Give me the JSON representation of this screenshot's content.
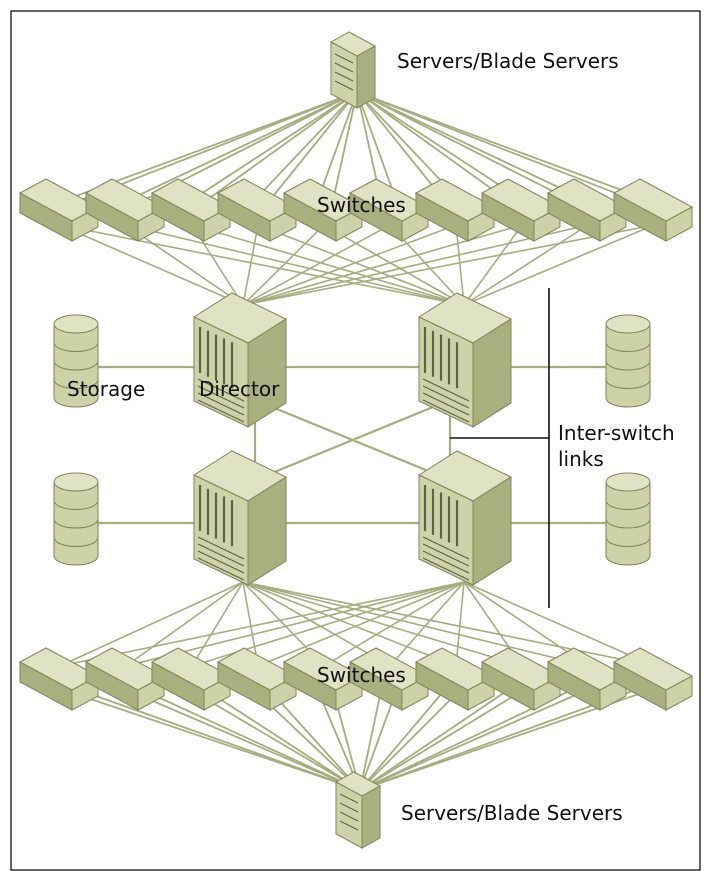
{
  "labels": {
    "servers_top": "Servers/Blade Servers",
    "servers_bottom": "Servers/Blade Servers",
    "switches_top": "Switches",
    "switches_bottom": "Switches",
    "storage": "Storage",
    "director": "Director",
    "isl_line1": "Inter-switch",
    "isl_line2": "links"
  },
  "colors": {
    "line": "#a6ad7e",
    "fill": "#cdd2a8",
    "fill_top": "#dfe3c4",
    "fill_side": "#a9b07f",
    "stroke": "#7f8658",
    "dark": "#5d6340",
    "black": "#111111"
  }
}
